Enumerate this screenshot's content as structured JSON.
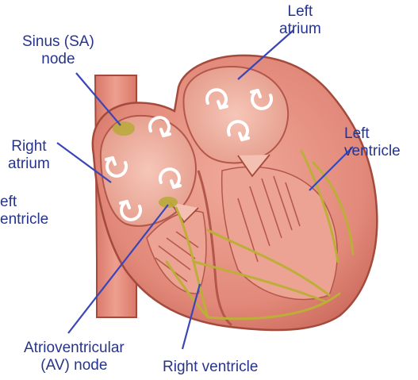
{
  "labels": {
    "sa_node": {
      "line1": "Sinus (SA)",
      "line2": "node"
    },
    "left_atrium": {
      "line1": "Left",
      "line2": "atrium"
    },
    "right_atrium": {
      "line1": "Right",
      "line2": "atrium"
    },
    "left_ventricle": {
      "line1": "Left",
      "line2": "ventricle"
    },
    "cropped_left_ventricle": {
      "line1": "eft",
      "line2": "entricle"
    },
    "av_node": {
      "line1": "Atrioventricular",
      "line2": "(AV) node"
    },
    "right_ventricle": {
      "line1": "Right ventricle"
    }
  },
  "colors": {
    "label_text": "#27348b",
    "leader_line": "#3a46b8",
    "heart_tissue": "#e2897a",
    "heart_outline": "#a44a3c",
    "chamber_interior": "#f2b6a6",
    "conduction_path": "#bcae38",
    "flow_arrow": "#ffffff"
  },
  "icons": {
    "flow_arrow": "circular-arrow-icon"
  }
}
